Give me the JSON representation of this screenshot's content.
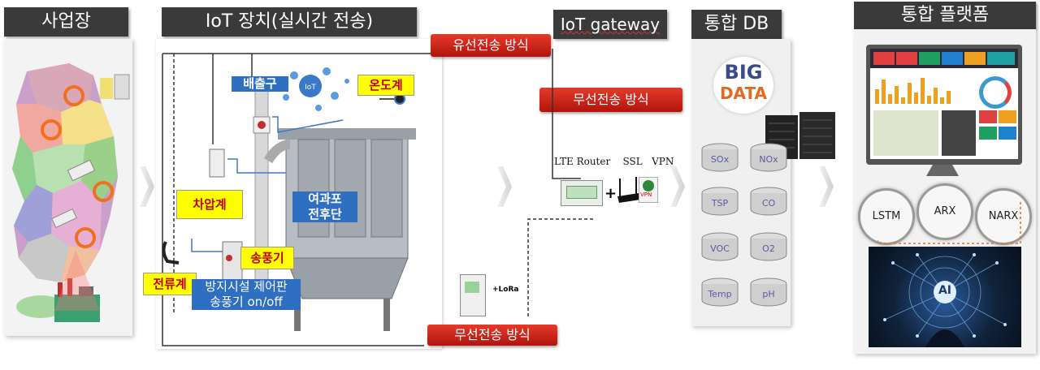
{
  "headers": {
    "site": "사업장",
    "iot_device": "IoT 장치(실시간 전송)",
    "gateway": "IoT gateway",
    "db": "통합 DB",
    "platform": "통합 플랫폼"
  },
  "ribbons": {
    "wired": "유선전송 방식",
    "wireless_top": "무선전송 방식",
    "wireless_bottom": "무선전송 방식"
  },
  "sensors": {
    "exhaust": "배출구",
    "thermometer": "온도계",
    "diff_pressure": "차압계",
    "filter_line1": "여과포",
    "filter_line2": "전후단",
    "blower": "송풍기",
    "ammeter": "전류계",
    "control_line1": "방지시설 제어판",
    "control_line2": "송풍기 on/off"
  },
  "gateway": {
    "lte": "LTE Router",
    "ssl": "SSL",
    "vpn": "VPN",
    "vpn_small": "VPN",
    "lora": "+LoRa"
  },
  "db": {
    "big": "BIG",
    "data": "DATA",
    "items": [
      "SOx",
      "NOx",
      "TSP",
      "CO",
      "VOC",
      "O2",
      "Temp",
      "pH"
    ]
  },
  "platform": {
    "models": [
      "LSTM",
      "ARX",
      "NARX"
    ],
    "ai": "AI"
  },
  "colors": {
    "ribbon_red": "#d42a1c",
    "sensor_yellow": "#ffff00",
    "sensor_blue": "#2f6fc2",
    "header_dark": "#3a3a3a"
  }
}
